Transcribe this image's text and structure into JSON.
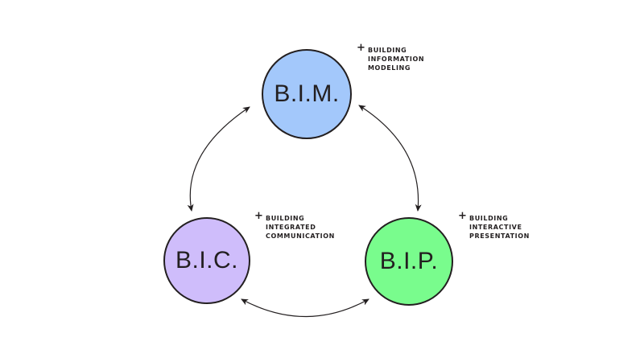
{
  "nodes": {
    "bim": {
      "label": "B.I.M.",
      "color": "#a3c8fb"
    },
    "bic": {
      "label": "B.I.C.",
      "color": "#cfbdfb"
    },
    "bip": {
      "label": "B.I.P.",
      "color": "#79fc8d"
    }
  },
  "notes": {
    "bim": {
      "plus": "+",
      "lines": [
        "BUILDING",
        "INFORMATION",
        "MODELING"
      ]
    },
    "bic": {
      "plus": "+",
      "lines": [
        "BUILDING",
        "INTEGRATED",
        "COMMUNICATION"
      ]
    },
    "bip": {
      "plus": "+",
      "lines": [
        "BUILDING",
        "INTERACTIVE",
        "PRESENTATION"
      ]
    }
  },
  "colors": {
    "stroke": "#231f20",
    "background": "#ffffff"
  }
}
